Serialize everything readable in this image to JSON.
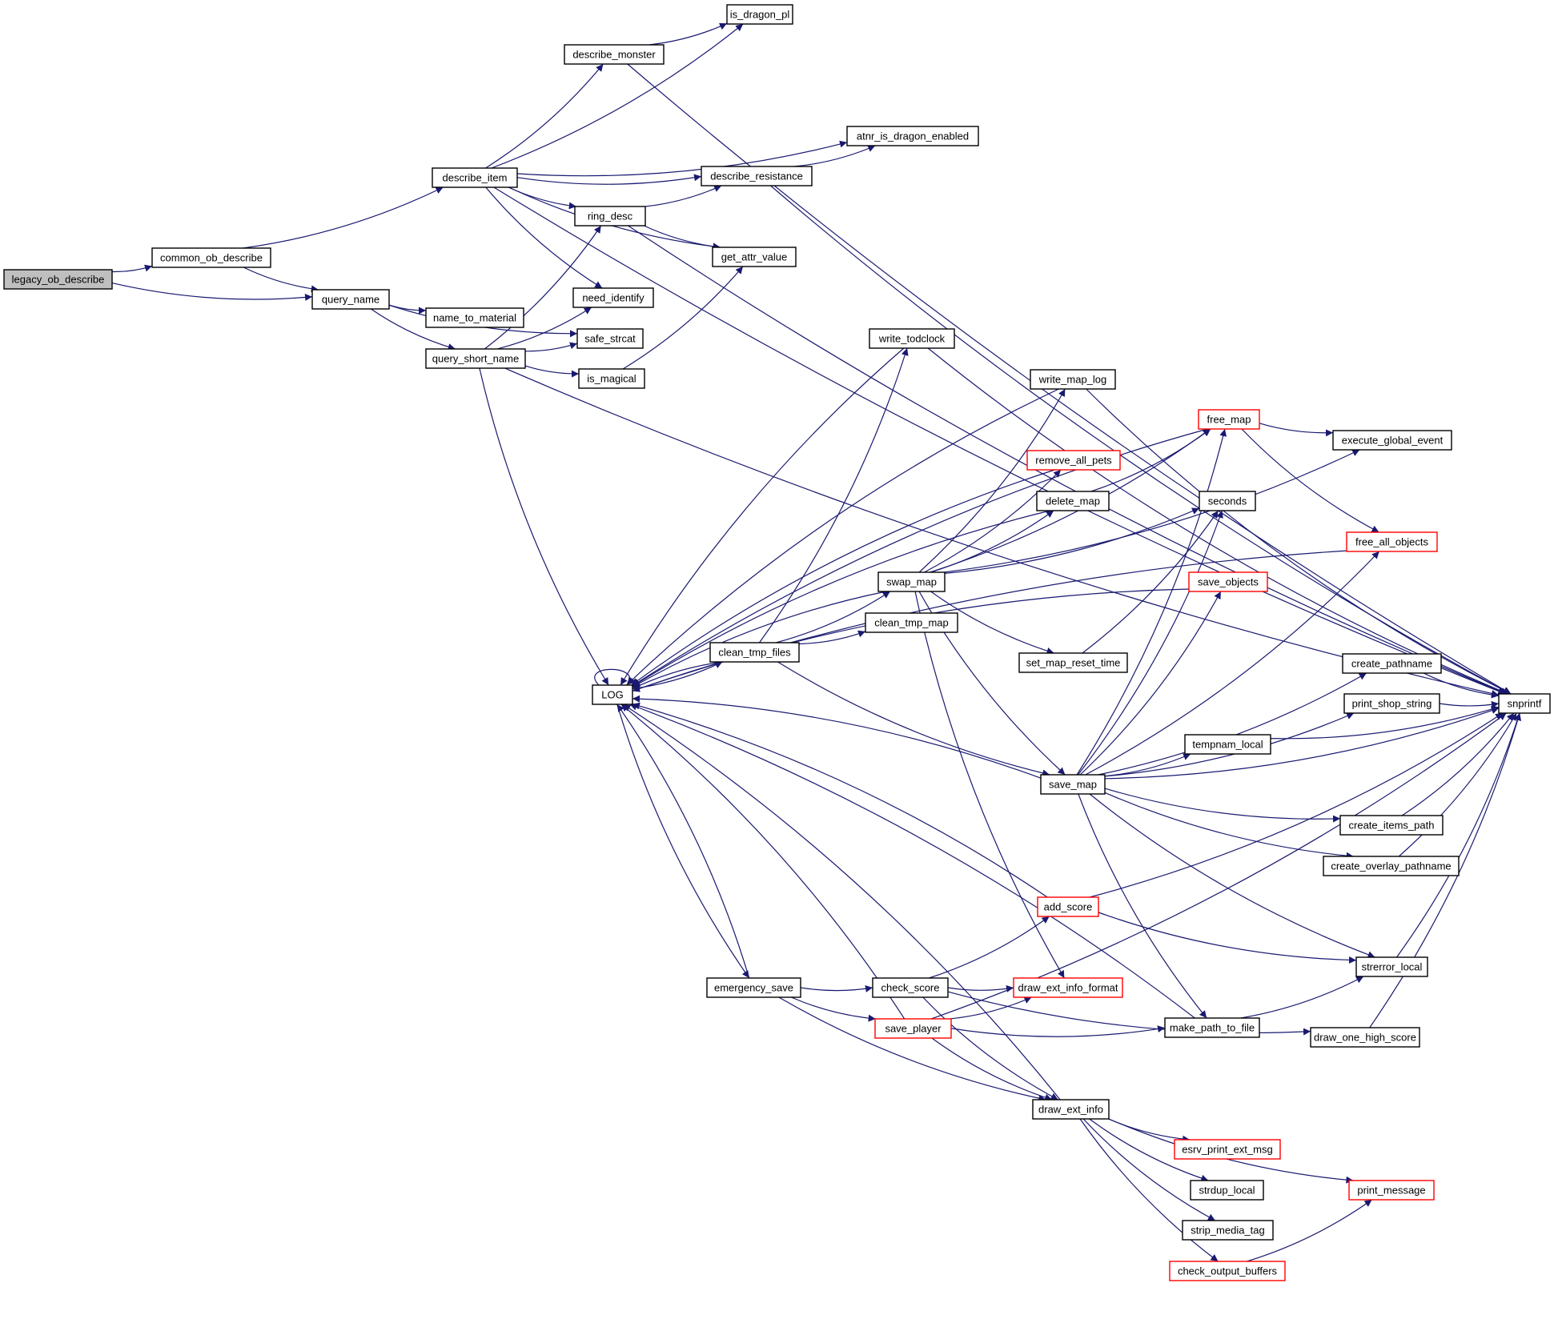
{
  "diagram": {
    "type": "call-graph",
    "colors": {
      "edge": "#191970",
      "root_fill": "#bfbfbf",
      "node_fill": "#ffffff",
      "node_border": "#000000",
      "truncated_border": "#ff0000"
    },
    "nodes": [
      {
        "id": "legacy_ob_describe",
        "label": "legacy_ob_describe",
        "style": "root"
      },
      {
        "id": "common_ob_describe",
        "label": "common_ob_describe",
        "style": "normal"
      },
      {
        "id": "query_name",
        "label": "query_name",
        "style": "normal"
      },
      {
        "id": "describe_item",
        "label": "describe_item",
        "style": "normal"
      },
      {
        "id": "is_dragon_pl",
        "label": "is_dragon_pl",
        "style": "normal"
      },
      {
        "id": "describe_monster",
        "label": "describe_monster",
        "style": "normal"
      },
      {
        "id": "atnr_is_dragon_enabled",
        "label": "atnr_is_dragon_enabled",
        "style": "normal"
      },
      {
        "id": "describe_resistance",
        "label": "describe_resistance",
        "style": "normal"
      },
      {
        "id": "ring_desc",
        "label": "ring_desc",
        "style": "normal"
      },
      {
        "id": "get_attr_value",
        "label": "get_attr_value",
        "style": "normal"
      },
      {
        "id": "need_identify",
        "label": "need_identify",
        "style": "normal"
      },
      {
        "id": "name_to_material",
        "label": "name_to_material",
        "style": "normal"
      },
      {
        "id": "safe_strcat",
        "label": "safe_strcat",
        "style": "normal"
      },
      {
        "id": "query_short_name",
        "label": "query_short_name",
        "style": "normal"
      },
      {
        "id": "is_magical",
        "label": "is_magical",
        "style": "normal"
      },
      {
        "id": "write_todclock",
        "label": "write_todclock",
        "style": "normal"
      },
      {
        "id": "write_map_log",
        "label": "write_map_log",
        "style": "normal"
      },
      {
        "id": "free_map",
        "label": "free_map",
        "style": "truncated"
      },
      {
        "id": "execute_global_event",
        "label": "execute_global_event",
        "style": "normal"
      },
      {
        "id": "remove_all_pets",
        "label": "remove_all_pets",
        "style": "truncated"
      },
      {
        "id": "delete_map",
        "label": "delete_map",
        "style": "normal"
      },
      {
        "id": "seconds",
        "label": "seconds",
        "style": "normal"
      },
      {
        "id": "free_all_objects",
        "label": "free_all_objects",
        "style": "truncated"
      },
      {
        "id": "swap_map",
        "label": "swap_map",
        "style": "normal"
      },
      {
        "id": "save_objects",
        "label": "save_objects",
        "style": "truncated"
      },
      {
        "id": "clean_tmp_map",
        "label": "clean_tmp_map",
        "style": "normal"
      },
      {
        "id": "clean_tmp_files",
        "label": "clean_tmp_files",
        "style": "normal"
      },
      {
        "id": "set_map_reset_time",
        "label": "set_map_reset_time",
        "style": "normal"
      },
      {
        "id": "create_pathname",
        "label": "create_pathname",
        "style": "normal"
      },
      {
        "id": "LOG",
        "label": "LOG",
        "style": "normal"
      },
      {
        "id": "print_shop_string",
        "label": "print_shop_string",
        "style": "normal"
      },
      {
        "id": "snprintf",
        "label": "snprintf",
        "style": "normal"
      },
      {
        "id": "tempnam_local",
        "label": "tempnam_local",
        "style": "normal"
      },
      {
        "id": "save_map",
        "label": "save_map",
        "style": "normal"
      },
      {
        "id": "create_items_path",
        "label": "create_items_path",
        "style": "normal"
      },
      {
        "id": "create_overlay_pathname",
        "label": "create_overlay_pathname",
        "style": "normal"
      },
      {
        "id": "add_score",
        "label": "add_score",
        "style": "truncated"
      },
      {
        "id": "strerror_local",
        "label": "strerror_local",
        "style": "normal"
      },
      {
        "id": "emergency_save",
        "label": "emergency_save",
        "style": "normal"
      },
      {
        "id": "check_score",
        "label": "check_score",
        "style": "normal"
      },
      {
        "id": "draw_ext_info_format",
        "label": "draw_ext_info_format",
        "style": "truncated"
      },
      {
        "id": "save_player",
        "label": "save_player",
        "style": "truncated"
      },
      {
        "id": "make_path_to_file",
        "label": "make_path_to_file",
        "style": "normal"
      },
      {
        "id": "draw_one_high_score",
        "label": "draw_one_high_score",
        "style": "normal"
      },
      {
        "id": "draw_ext_info",
        "label": "draw_ext_info",
        "style": "normal"
      },
      {
        "id": "esrv_print_ext_msg",
        "label": "esrv_print_ext_msg",
        "style": "truncated"
      },
      {
        "id": "strdup_local",
        "label": "strdup_local",
        "style": "normal"
      },
      {
        "id": "print_message",
        "label": "print_message",
        "style": "truncated"
      },
      {
        "id": "strip_media_tag",
        "label": "strip_media_tag",
        "style": "normal"
      },
      {
        "id": "check_output_buffers",
        "label": "check_output_buffers",
        "style": "truncated"
      }
    ],
    "edges": [
      [
        "legacy_ob_describe",
        "common_ob_describe"
      ],
      [
        "legacy_ob_describe",
        "query_name"
      ],
      [
        "common_ob_describe",
        "describe_item"
      ],
      [
        "common_ob_describe",
        "query_name"
      ],
      [
        "describe_item",
        "is_dragon_pl"
      ],
      [
        "describe_item",
        "describe_monster"
      ],
      [
        "describe_item",
        "snprintf"
      ],
      [
        "describe_item",
        "atnr_is_dragon_enabled"
      ],
      [
        "describe_item",
        "describe_resistance"
      ],
      [
        "describe_item",
        "ring_desc"
      ],
      [
        "describe_item",
        "get_attr_value"
      ],
      [
        "describe_item",
        "need_identify"
      ],
      [
        "describe_monster",
        "is_dragon_pl"
      ],
      [
        "describe_monster",
        "snprintf"
      ],
      [
        "describe_resistance",
        "atnr_is_dragon_enabled"
      ],
      [
        "describe_resistance",
        "snprintf"
      ],
      [
        "ring_desc",
        "describe_resistance"
      ],
      [
        "ring_desc",
        "get_attr_value"
      ],
      [
        "ring_desc",
        "snprintf"
      ],
      [
        "query_name",
        "name_to_material"
      ],
      [
        "query_name",
        "safe_strcat"
      ],
      [
        "query_name",
        "query_short_name"
      ],
      [
        "query_short_name",
        "ring_desc"
      ],
      [
        "query_short_name",
        "need_identify"
      ],
      [
        "query_short_name",
        "safe_strcat"
      ],
      [
        "query_short_name",
        "is_magical"
      ],
      [
        "query_short_name",
        "snprintf"
      ],
      [
        "query_short_name",
        "LOG"
      ],
      [
        "is_magical",
        "get_attr_value"
      ],
      [
        "write_todclock",
        "LOG"
      ],
      [
        "write_todclock",
        "snprintf"
      ],
      [
        "write_map_log",
        "LOG"
      ],
      [
        "write_map_log",
        "snprintf"
      ],
      [
        "free_map",
        "LOG"
      ],
      [
        "free_map",
        "execute_global_event"
      ],
      [
        "free_map",
        "free_all_objects"
      ],
      [
        "remove_all_pets",
        "LOG"
      ],
      [
        "delete_map",
        "LOG"
      ],
      [
        "delete_map",
        "free_map"
      ],
      [
        "swap_map",
        "LOG"
      ],
      [
        "swap_map",
        "write_map_log"
      ],
      [
        "swap_map",
        "remove_all_pets"
      ],
      [
        "swap_map",
        "delete_map"
      ],
      [
        "swap_map",
        "free_map"
      ],
      [
        "swap_map",
        "execute_global_event"
      ],
      [
        "swap_map",
        "seconds"
      ],
      [
        "swap_map",
        "set_map_reset_time"
      ],
      [
        "swap_map",
        "save_map"
      ],
      [
        "swap_map",
        "draw_ext_info_format"
      ],
      [
        "clean_tmp_files",
        "LOG"
      ],
      [
        "clean_tmp_files",
        "write_todclock"
      ],
      [
        "clean_tmp_files",
        "swap_map"
      ],
      [
        "clean_tmp_files",
        "clean_tmp_map"
      ],
      [
        "clean_tmp_files",
        "save_map"
      ],
      [
        "set_map_reset_time",
        "seconds"
      ],
      [
        "LOG",
        "LOG"
      ],
      [
        "LOG",
        "clean_tmp_files"
      ],
      [
        "LOG",
        "emergency_save"
      ],
      [
        "save_map",
        "LOG"
      ],
      [
        "save_map",
        "free_map"
      ],
      [
        "save_map",
        "seconds"
      ],
      [
        "save_map",
        "free_all_objects"
      ],
      [
        "save_map",
        "save_objects"
      ],
      [
        "save_map",
        "create_pathname"
      ],
      [
        "save_map",
        "print_shop_string"
      ],
      [
        "save_map",
        "tempnam_local"
      ],
      [
        "save_map",
        "snprintf"
      ],
      [
        "save_map",
        "create_items_path"
      ],
      [
        "save_map",
        "create_overlay_pathname"
      ],
      [
        "save_map",
        "strerror_local"
      ],
      [
        "save_map",
        "make_path_to_file"
      ],
      [
        "save_objects",
        "LOG"
      ],
      [
        "create_pathname",
        "snprintf"
      ],
      [
        "print_shop_string",
        "snprintf"
      ],
      [
        "tempnam_local",
        "snprintf"
      ],
      [
        "create_items_path",
        "snprintf"
      ],
      [
        "create_overlay_pathname",
        "snprintf"
      ],
      [
        "free_all_objects",
        "LOG"
      ],
      [
        "add_score",
        "LOG"
      ],
      [
        "add_score",
        "snprintf"
      ],
      [
        "add_score",
        "strerror_local"
      ],
      [
        "strerror_local",
        "snprintf"
      ],
      [
        "emergency_save",
        "LOG"
      ],
      [
        "emergency_save",
        "check_score"
      ],
      [
        "emergency_save",
        "save_player"
      ],
      [
        "emergency_save",
        "draw_ext_info"
      ],
      [
        "check_score",
        "add_score"
      ],
      [
        "check_score",
        "draw_ext_info_format"
      ],
      [
        "check_score",
        "draw_one_high_score"
      ],
      [
        "check_score",
        "draw_ext_info"
      ],
      [
        "save_player",
        "LOG"
      ],
      [
        "save_player",
        "draw_ext_info_format"
      ],
      [
        "save_player",
        "make_path_to_file"
      ],
      [
        "save_player",
        "draw_ext_info"
      ],
      [
        "save_player",
        "snprintf"
      ],
      [
        "make_path_to_file",
        "LOG"
      ],
      [
        "make_path_to_file",
        "strerror_local"
      ],
      [
        "draw_one_high_score",
        "snprintf"
      ],
      [
        "draw_ext_info",
        "LOG"
      ],
      [
        "draw_ext_info",
        "esrv_print_ext_msg"
      ],
      [
        "draw_ext_info",
        "strdup_local"
      ],
      [
        "draw_ext_info",
        "print_message"
      ],
      [
        "draw_ext_info",
        "strip_media_tag"
      ],
      [
        "draw_ext_info",
        "check_output_buffers"
      ],
      [
        "check_output_buffers",
        "print_message"
      ]
    ]
  }
}
